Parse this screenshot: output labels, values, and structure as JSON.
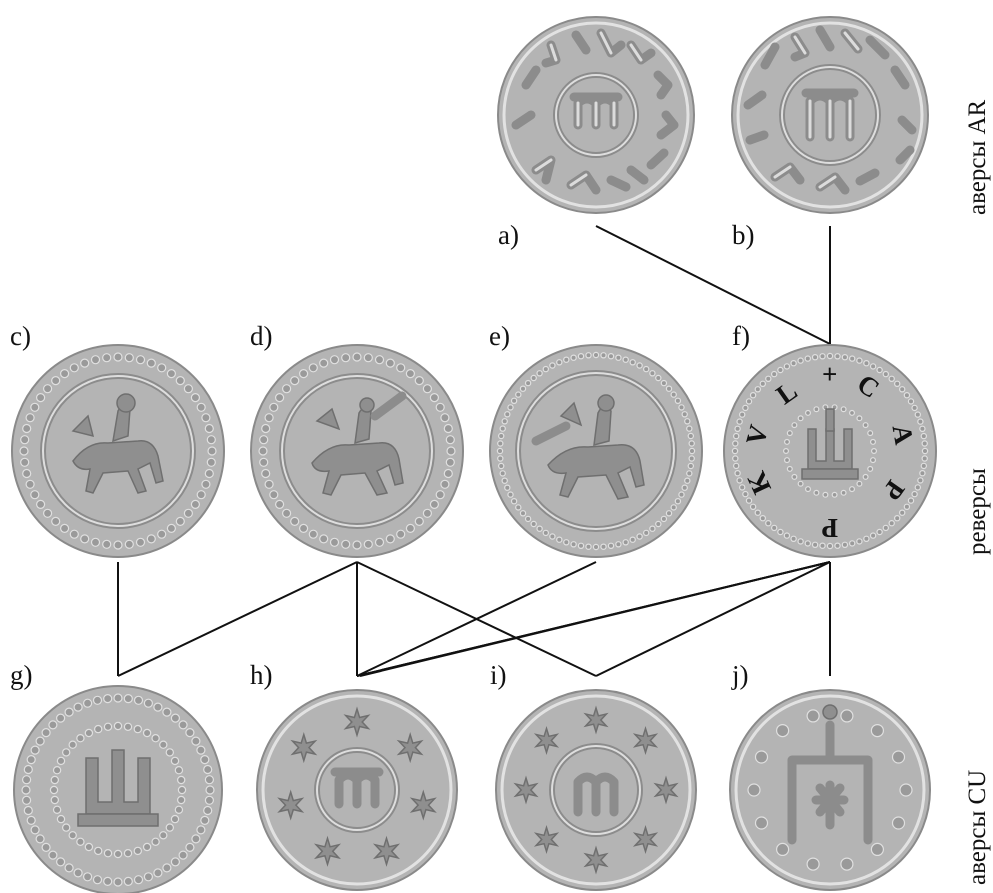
{
  "labels": {
    "a": "a)",
    "b": "b)",
    "c": "c)",
    "d": "d)",
    "e": "e)",
    "f": "f)",
    "g": "g)",
    "h": "h)",
    "i": "i)",
    "j": "j)"
  },
  "row_labels": {
    "top": "аверсы AR",
    "middle": "реверсы",
    "bottom": "аверсы CU"
  },
  "legend_f_letters": [
    "+",
    "C",
    "A",
    "P",
    "P",
    "K",
    "V",
    "L"
  ]
}
